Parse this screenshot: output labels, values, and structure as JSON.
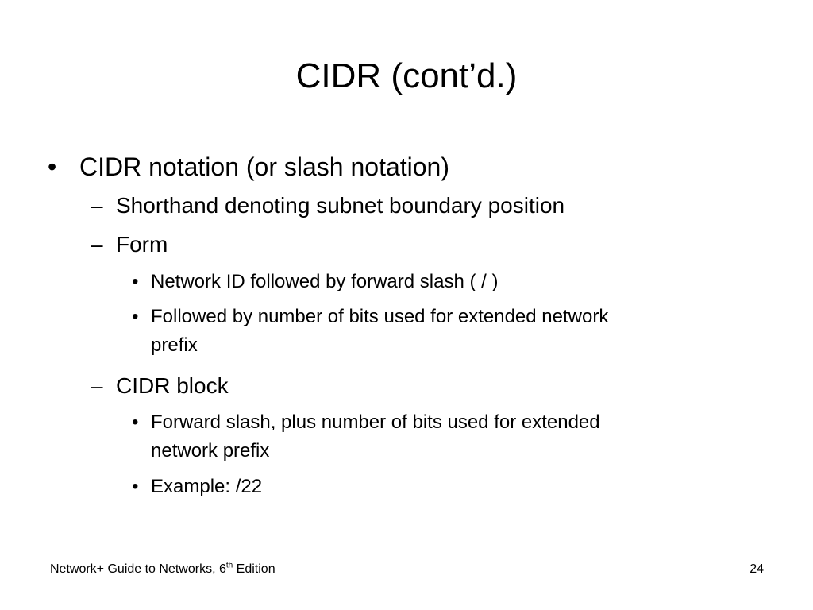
{
  "slide": {
    "title": "CIDR (cont’d.)",
    "bullets": {
      "b1": {
        "marker": "•",
        "text": "CIDR notation (or slash notation)"
      },
      "b1_1": {
        "marker": "–",
        "text": "Shorthand denoting subnet boundary position"
      },
      "b1_2": {
        "marker": "–",
        "text": "Form"
      },
      "b1_2_1": {
        "marker": "•",
        "text": "Network ID followed by forward slash ( / )"
      },
      "b1_2_2": {
        "marker": "•",
        "line1": "Followed by number of bits used for extended network",
        "line2": "prefix"
      },
      "b1_3": {
        "marker": "–",
        "text": "CIDR block"
      },
      "b1_3_1": {
        "marker": "•",
        "line1": "Forward slash, plus number of bits used for extended",
        "line2": "network prefix"
      },
      "b1_3_2": {
        "marker": "•",
        "text": "Example: /22"
      }
    }
  },
  "footer": {
    "book_prefix": "Network+ Guide to Networks, 6",
    "book_superscript": "th",
    "book_suffix": " Edition",
    "page_number": "24"
  }
}
